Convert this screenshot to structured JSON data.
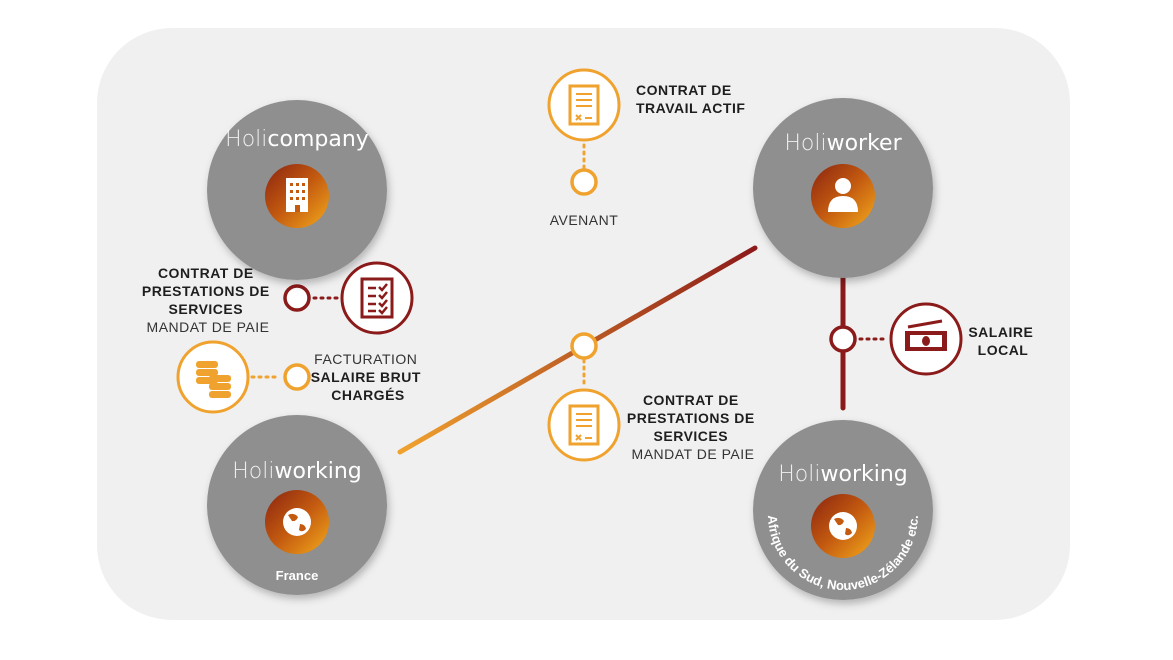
{
  "colors": {
    "orange": "#f0a22e",
    "dark_red": "#8b1a1a",
    "gray": "#8f8f8f",
    "panel": "#f0f0f0"
  },
  "nodes": {
    "holicompany": {
      "prefix": "Holi",
      "suffix": "company",
      "icon": "building-icon"
    },
    "holiworker": {
      "prefix": "Holi",
      "suffix": "worker",
      "icon": "person-icon"
    },
    "holiworking_france": {
      "prefix": "Holi",
      "suffix": "working",
      "icon": "globe-icon",
      "country": "France"
    },
    "holiworking_local": {
      "prefix": "Holi",
      "suffix": "working",
      "icon": "globe-icon",
      "country": "Afrique du Sud, Nouvelle-Zélande etc."
    }
  },
  "links": {
    "top": {
      "title_line1": "CONTRAT DE",
      "title_line2": "TRAVAIL ACTIF",
      "below": "AVENANT",
      "icon": "contract-icon"
    },
    "left": {
      "line1": "CONTRAT DE",
      "line2": "PRESTATIONS DE",
      "line3": "SERVICES",
      "line4": "MANDAT DE PAIE",
      "icon": "checklist-icon"
    },
    "billing": {
      "line1": "FACTURATION",
      "line2": "SALAIRE BRUT",
      "line3": "CHARGÉS",
      "icon": "coins-icon"
    },
    "diagonal": {
      "line1": "CONTRAT DE",
      "line2": "PRESTATIONS DE",
      "line3": "SERVICES",
      "line4": "MANDAT DE PAIE",
      "icon": "contract-icon"
    },
    "right": {
      "line1": "SALAIRE",
      "line2": "LOCAL",
      "icon": "banknote-icon"
    }
  }
}
